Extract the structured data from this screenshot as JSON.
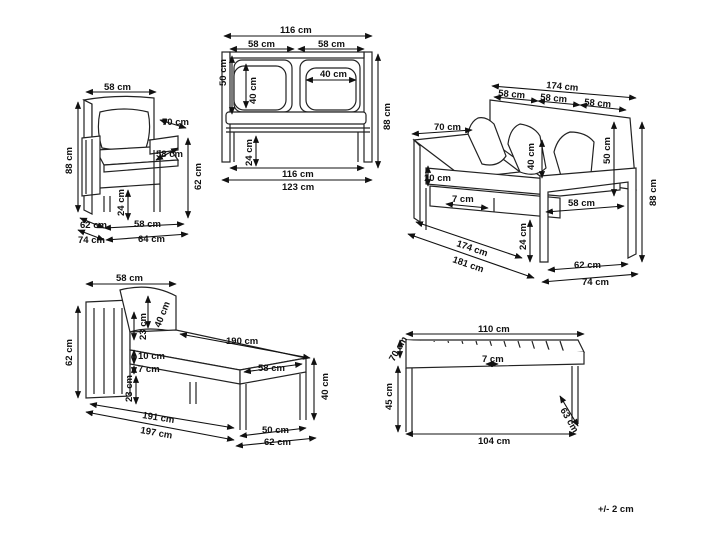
{
  "note": "+/- 2 cm",
  "armchair": {
    "width_top": "58 cm",
    "depth_top": "70 cm",
    "seat_depth": "58 cm",
    "height_total": "88 cm",
    "arm_height": "62 cm",
    "seat_height": "24 cm",
    "base_depth": "62 cm",
    "depth_total": "74 cm",
    "seat_width": "58 cm",
    "width_total": "64 cm"
  },
  "loveseat": {
    "width_top": "116 cm",
    "seat_left": "58 cm",
    "seat_right": "58 cm",
    "back_height": "50 cm",
    "cushion_back": "40 cm",
    "cushion_width": "40 cm",
    "height_total": "88 cm",
    "seat_height": "24 cm",
    "inner_width": "116 cm",
    "width_total": "123 cm"
  },
  "sofa": {
    "width_top": "174 cm",
    "seat_1": "58 cm",
    "seat_2": "58 cm",
    "seat_3": "58 cm",
    "arm_depth": "70 cm",
    "back_height": "50 cm",
    "cushion_height": "40 cm",
    "height_total": "88 cm",
    "seat_thickness": "10 cm",
    "arm_width": "7 cm",
    "seat_depth": "58 cm",
    "leg_height": "24 cm",
    "inner_width": "174 cm",
    "width_total": "181 cm",
    "base_depth": "62 cm",
    "depth_total": "74 cm"
  },
  "lounger": {
    "back_width": "58 cm",
    "height_total": "62 cm",
    "cushion_40": "40 cm",
    "back_23": "23 cm",
    "length_top": "190 cm",
    "seat_thickness": "10 cm",
    "frame_7": "7 cm",
    "cushion_width": "58 cm",
    "leg_height": "23 cm",
    "height_40": "40 cm",
    "length_191": "191 cm",
    "length_197": "197 cm",
    "width_50": "50 cm",
    "width_62": "62 cm"
  },
  "table": {
    "length_top": "110 cm",
    "depth": "70 cm",
    "slat_gap": "7 cm",
    "height": "45 cm",
    "inner_length": "104 cm",
    "inner_depth": "63 cm"
  }
}
